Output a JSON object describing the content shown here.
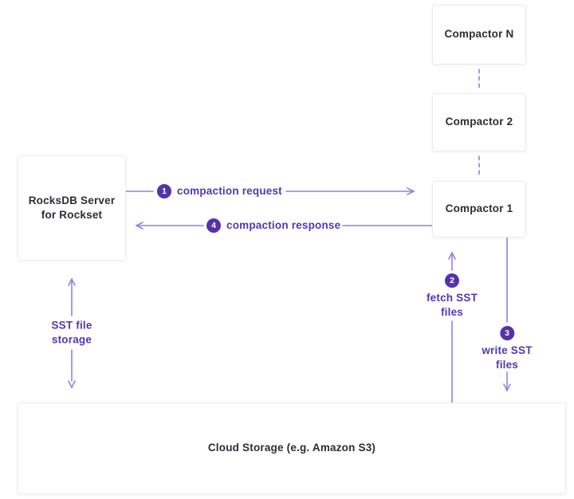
{
  "colors": {
    "line": "#8f82e4",
    "label_text": "#4b3ab5",
    "badge_background": "#5632aa",
    "badge_text": "#ffffff",
    "box_border": "#ececec",
    "box_text": "#2d2d34",
    "background": "#ffffff"
  },
  "boxes": {
    "compactor_n": {
      "label": "Compactor N"
    },
    "compactor_2": {
      "label": "Compactor 2"
    },
    "compactor_1": {
      "label": "Compactor 1"
    },
    "rocksdb": {
      "label": "RocksDB Server\nfor Rockset"
    },
    "cloud": {
      "label": "Cloud Storage (e.g. Amazon S3)"
    }
  },
  "arrows": {
    "request": {
      "step": "1",
      "label": "compaction request",
      "direction": "rocksdb-to-compactor-1"
    },
    "response": {
      "step": "4",
      "label": "compaction response",
      "direction": "compactor-1-to-rocksdb"
    },
    "fetch": {
      "step": "2",
      "label": "fetch SST\nfiles",
      "direction": "cloud-to-compactor-1"
    },
    "write": {
      "step": "3",
      "label": "write SST\nfiles",
      "direction": "compactor-1-to-cloud"
    },
    "storage": {
      "label": "SST file\nstorage",
      "direction": "bidirectional-rocksdb-cloud"
    }
  }
}
